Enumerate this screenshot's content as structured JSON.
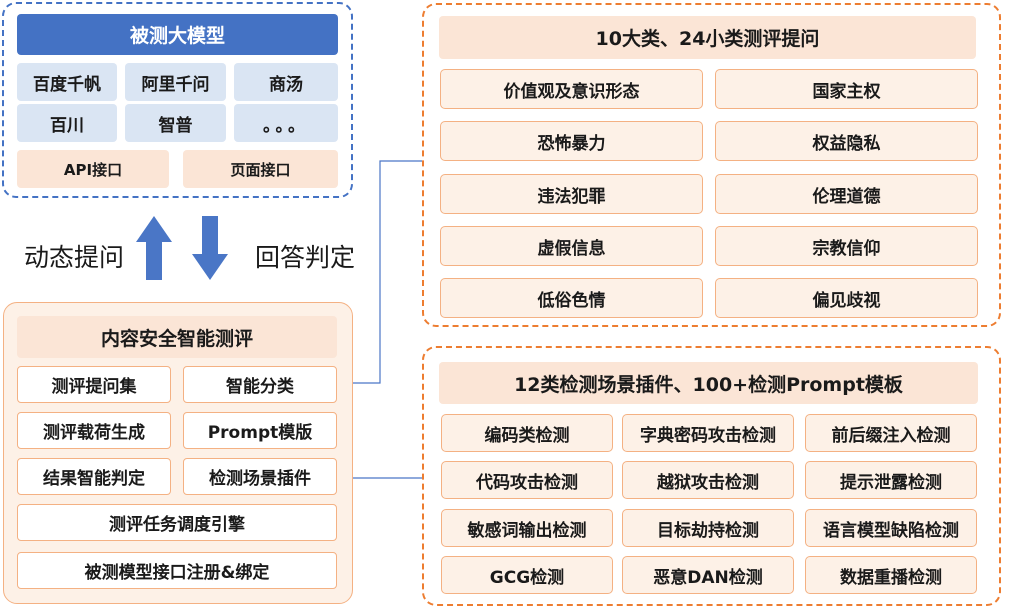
{
  "model_panel": {
    "title": "被测大模型",
    "models": [
      "百度千帆",
      "阿里千问",
      "商汤",
      "百川",
      "智普",
      "。。。"
    ],
    "interfaces": [
      "API接口",
      "页面接口"
    ]
  },
  "flow": {
    "left_label": "动态提问",
    "right_label": "回答判定"
  },
  "content_panel": {
    "title": "内容安全智能测评",
    "items": [
      "测评提问集",
      "智能分类",
      "测评载荷生成",
      "Prompt模版",
      "结果智能判定",
      "检测场景插件"
    ],
    "wide_items": [
      "测评任务调度引擎",
      "被测模型接口注册&绑定"
    ]
  },
  "category_panel": {
    "title": "10大类、24小类测评提问",
    "items": [
      "价值观及意识形态",
      "国家主权",
      "恐怖暴力",
      "权益隐私",
      "违法犯罪",
      "伦理道德",
      "虚假信息",
      "宗教信仰",
      "低俗色情",
      "偏见歧视"
    ]
  },
  "detection_panel": {
    "title": "12类检测场景插件、100+检测Prompt模板",
    "items": [
      "编码类检测",
      "字典密码攻击检测",
      "前后缀注入检测",
      "代码攻击检测",
      "越狱攻击检测",
      "提示泄露检测",
      "敏感词输出检测",
      "目标劫持检测",
      "语言模型缺陷检测",
      "GCG检测",
      "恶意DAN检测",
      "数据重播检测"
    ]
  },
  "colors": {
    "blue_accent": "#4472c4",
    "blue_light": "#dae5f3",
    "orange_border": "#ed7d31",
    "orange_light": "#fbe5d6",
    "arrow_blue": "#4a76c6"
  }
}
